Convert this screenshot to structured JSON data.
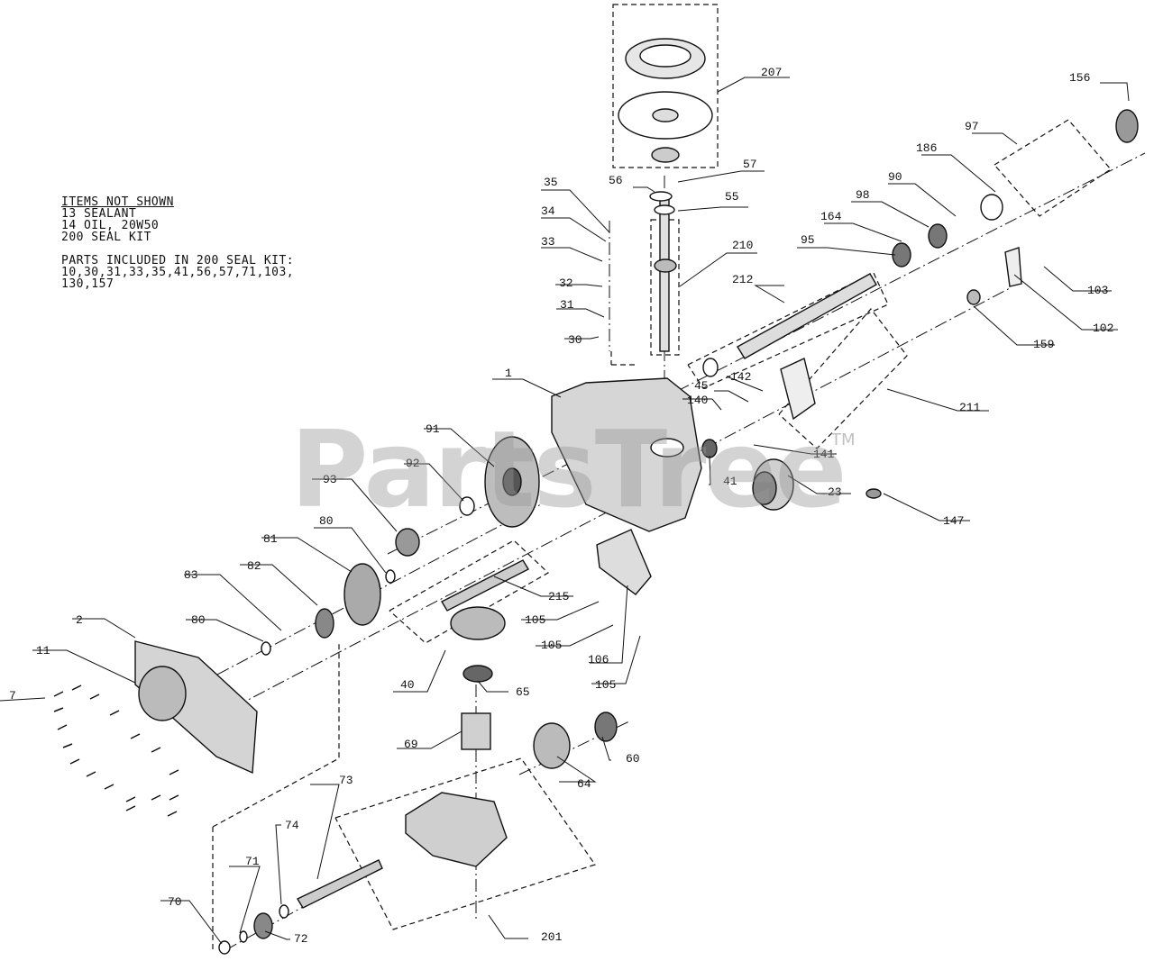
{
  "notes": {
    "heading": "ITEMS NOT SHOWN",
    "lines": [
      "13 SEALANT",
      "14 OIL, 20W50",
      "200 SEAL KIT"
    ],
    "kit_title": "PARTS INCLUDED IN 200 SEAL KIT:",
    "kit_lines": [
      "10,30,31,33,35,41,56,57,71,103,",
      "130,157"
    ]
  },
  "watermark": {
    "text": "PartsTree",
    "tm": "TM"
  },
  "callouts": [
    {
      "id": "207"
    },
    {
      "id": "156"
    },
    {
      "id": "97"
    },
    {
      "id": "186"
    },
    {
      "id": "90"
    },
    {
      "id": "98"
    },
    {
      "id": "164"
    },
    {
      "id": "95"
    },
    {
      "id": "57"
    },
    {
      "id": "56"
    },
    {
      "id": "55"
    },
    {
      "id": "35"
    },
    {
      "id": "34"
    },
    {
      "id": "33"
    },
    {
      "id": "32"
    },
    {
      "id": "31"
    },
    {
      "id": "30"
    },
    {
      "id": "210"
    },
    {
      "id": "212"
    },
    {
      "id": "103"
    },
    {
      "id": "102"
    },
    {
      "id": "159"
    },
    {
      "id": "1"
    },
    {
      "id": "142"
    },
    {
      "id": "45"
    },
    {
      "id": "140"
    },
    {
      "id": "211"
    },
    {
      "id": "141"
    },
    {
      "id": "91"
    },
    {
      "id": "92"
    },
    {
      "id": "93"
    },
    {
      "id": "41"
    },
    {
      "id": "23"
    },
    {
      "id": "147"
    },
    {
      "id": "80"
    },
    {
      "id": "81"
    },
    {
      "id": "82"
    },
    {
      "id": "83"
    },
    {
      "id": "215"
    },
    {
      "id": "105"
    },
    {
      "id": "2"
    },
    {
      "id": "80"
    },
    {
      "id": "105"
    },
    {
      "id": "11"
    },
    {
      "id": "106"
    },
    {
      "id": "40"
    },
    {
      "id": "65"
    },
    {
      "id": "105"
    },
    {
      "id": "7"
    },
    {
      "id": "69"
    },
    {
      "id": "60"
    },
    {
      "id": "64"
    },
    {
      "id": "73"
    },
    {
      "id": "74"
    },
    {
      "id": "71"
    },
    {
      "id": "70"
    },
    {
      "id": "72"
    },
    {
      "id": "201"
    }
  ]
}
